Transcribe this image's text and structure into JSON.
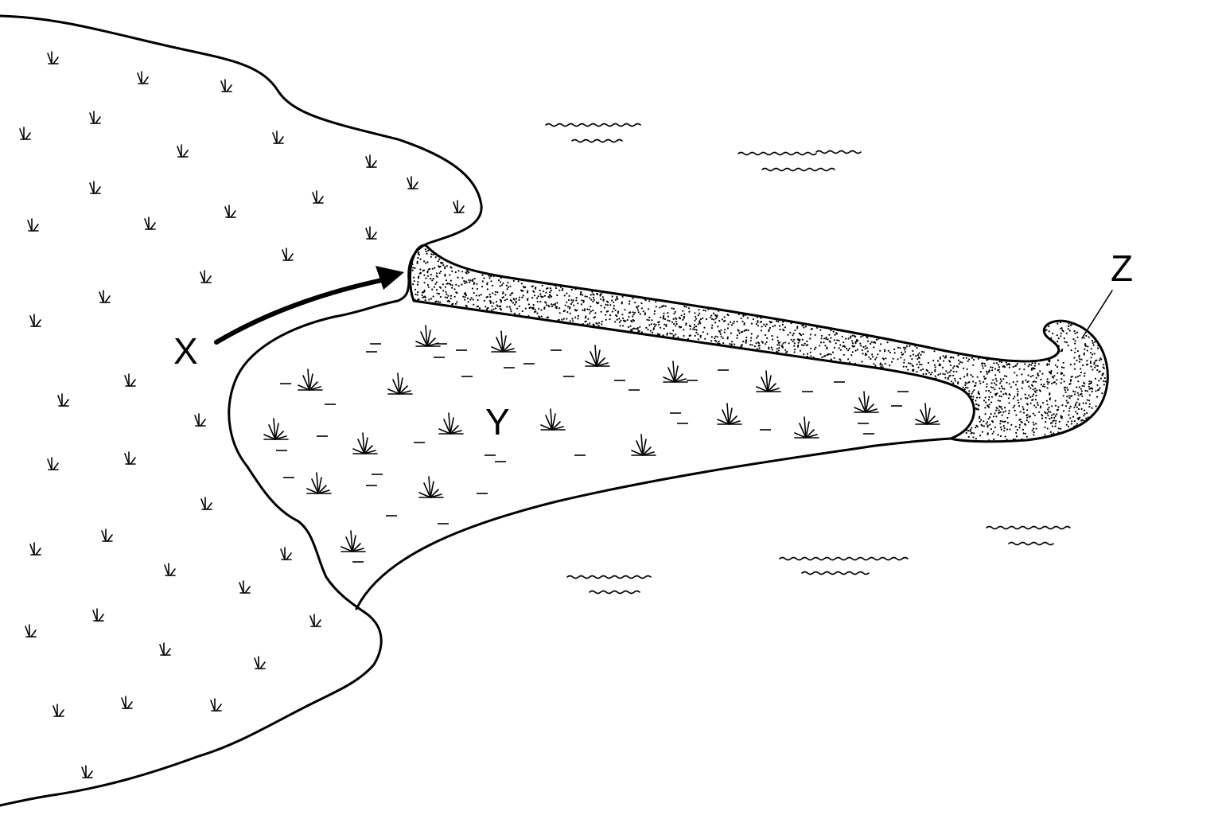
{
  "diagram": {
    "labels": {
      "x": "X",
      "y": "Y",
      "z": "Z"
    },
    "colors": {
      "ink": "#000000",
      "background": "#ffffff"
    },
    "features": [
      "mainland-with-grass",
      "sand-spit-dotted",
      "salt-marsh-behind-spit",
      "recurved-hooked-end",
      "longshore-drift-arrow",
      "sea-ripple-marks"
    ]
  }
}
